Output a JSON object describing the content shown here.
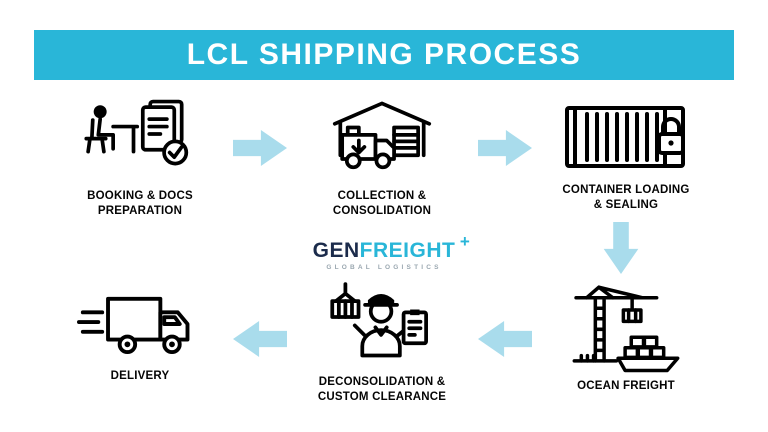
{
  "header": {
    "title": "LCL SHIPPING PROCESS"
  },
  "steps": [
    {
      "name": "booking-docs-preparation",
      "icon": "person-at-desk-with-documents-icon",
      "label_lines": [
        "BOOKING & DOCS",
        "PREPARATION"
      ]
    },
    {
      "name": "collection-consolidation",
      "icon": "warehouse-truck-icon",
      "label_lines": [
        "COLLECTION &",
        "CONSOLIDATION"
      ]
    },
    {
      "name": "container-loading-sealing",
      "icon": "container-padlock-icon",
      "label_lines": [
        "CONTAINER LOADING",
        "& SEALING"
      ]
    },
    {
      "name": "ocean-freight",
      "icon": "crane-ship-icon",
      "label_lines": [
        "OCEAN FREIGHT"
      ]
    },
    {
      "name": "deconsolidation-custom-clearance",
      "icon": "customs-officer-icon",
      "label_lines": [
        "DECONSOLIDATION &",
        "CUSTOM CLEARANCE"
      ]
    },
    {
      "name": "delivery",
      "icon": "fast-delivery-truck-icon",
      "label_lines": [
        "DELIVERY"
      ]
    }
  ],
  "logo": {
    "gen": "GEN",
    "freight": "FREIGHT",
    "plus": "+",
    "subtitle": "GLOBAL LOGISTICS"
  },
  "colors": {
    "banner": "#29b6d8",
    "arrow": "#a9dcec",
    "logo_navy": "#1b2b4b",
    "logo_teal": "#29b6d8",
    "icon_line": "#000000"
  }
}
